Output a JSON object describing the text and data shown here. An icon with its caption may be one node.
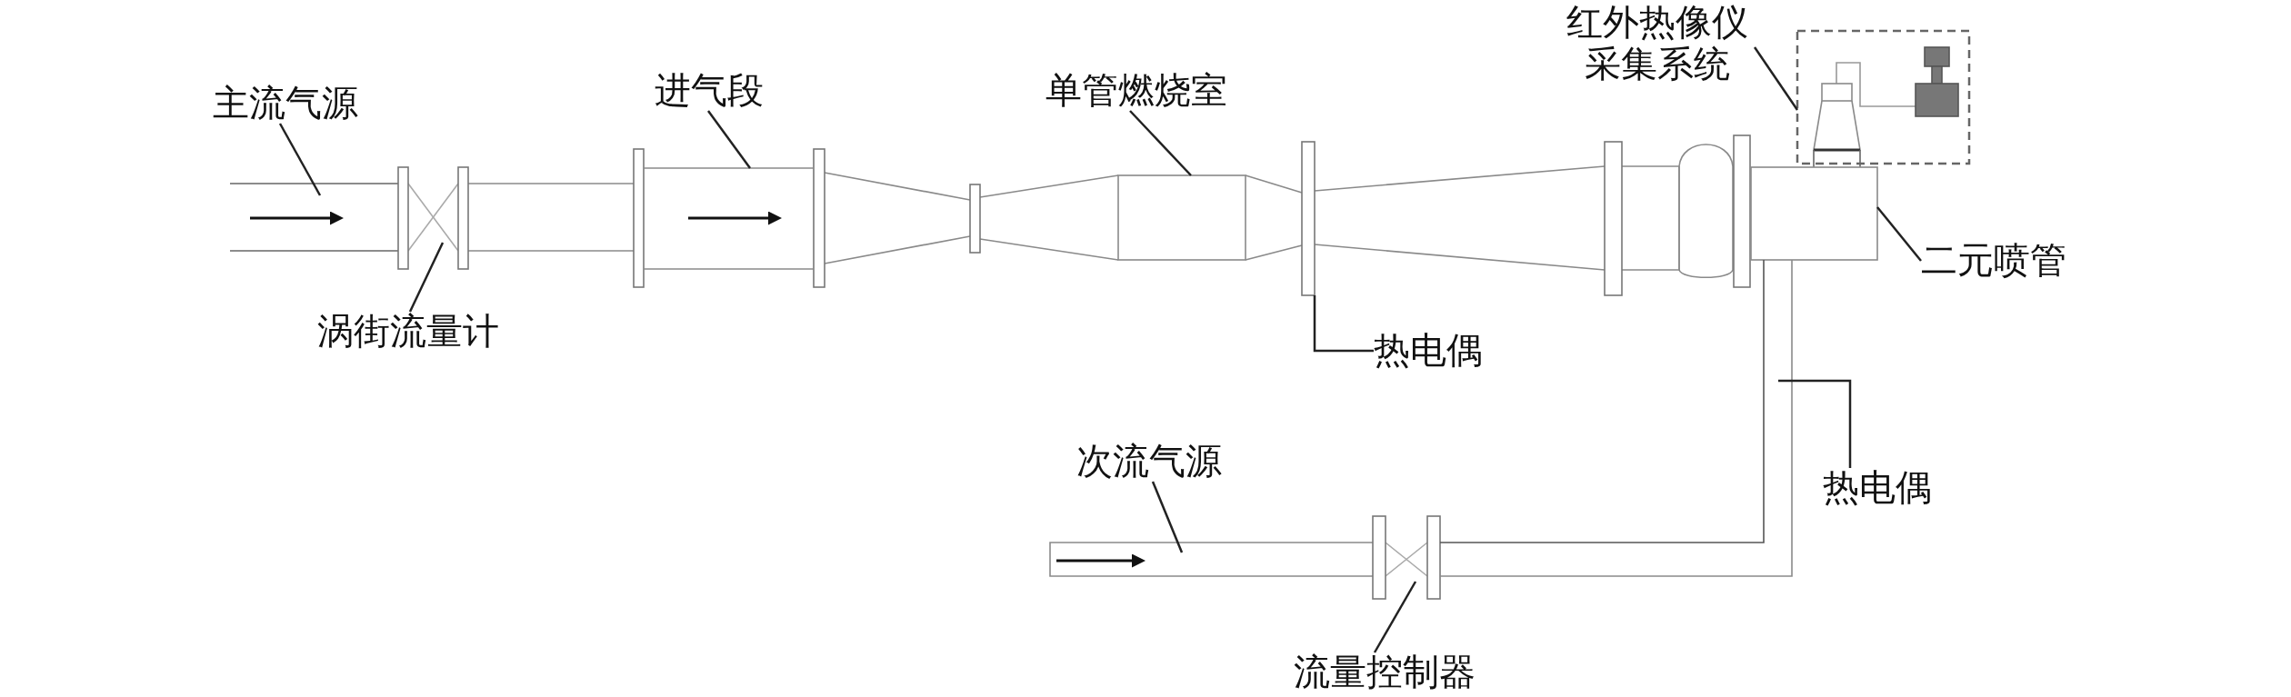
{
  "diagram": {
    "nodes": [
      {
        "text": [
          "主流气源"
        ]
      },
      {
        "text": [],
        "shape": "box"
      },
      {
        "text": [
          "涡街流量计"
        ]
      },
      {
        "text": [],
        "shape": "box"
      },
      {
        "text": [
          "进气段"
        ]
      },
      {
        "text": [],
        "shape": "box"
      },
      {
        "text": [
          "单管燃烧室"
        ]
      },
      {
        "text": [],
        "shape": "box"
      },
      {
        "text": [
          "热电偶"
        ]
      },
      {
        "text": [],
        "shape": "box"
      },
      {
        "text": [
          "红外热像仪采集系统"
        ]
      },
      {
        "text": [],
        "shape": "box"
      },
      {
        "text": [
          "二元喷管"
        ]
      },
      {
        "text": [],
        "shape": "box"
      },
      {
        "text": [
          "次流气源"
        ]
      },
      {
        "text": [],
        "shape": "box"
      },
      {
        "text": [
          "流量控制器"
        ]
      },
      {
        "text": [],
        "shape": "box"
      },
      {
        "text": [
          "热电偶"
        ]
      },
      {
        "text": [],
        "shape": "box"
      }
    ],
    "edges": [
      {
        "from": 0,
        "to": 1,
        "arrow": "none"
      },
      {
        "from": 2,
        "to": 3,
        "arrow": "none"
      },
      {
        "from": 4,
        "to": 5,
        "arrow": "none"
      },
      {
        "from": 6,
        "to": 7,
        "arrow": "none"
      },
      {
        "from": 8,
        "to": 9,
        "arrow": "none"
      },
      {
        "from": 10,
        "to": 11,
        "arrow": "none"
      },
      {
        "from": 12,
        "to": 13,
        "arrow": "none"
      },
      {
        "from": 14,
        "to": 15,
        "arrow": "none"
      },
      {
        "from": 16,
        "to": 17,
        "arrow": "none"
      },
      {
        "from": 18,
        "to": 19,
        "arrow": "none"
      }
    ]
  }
}
